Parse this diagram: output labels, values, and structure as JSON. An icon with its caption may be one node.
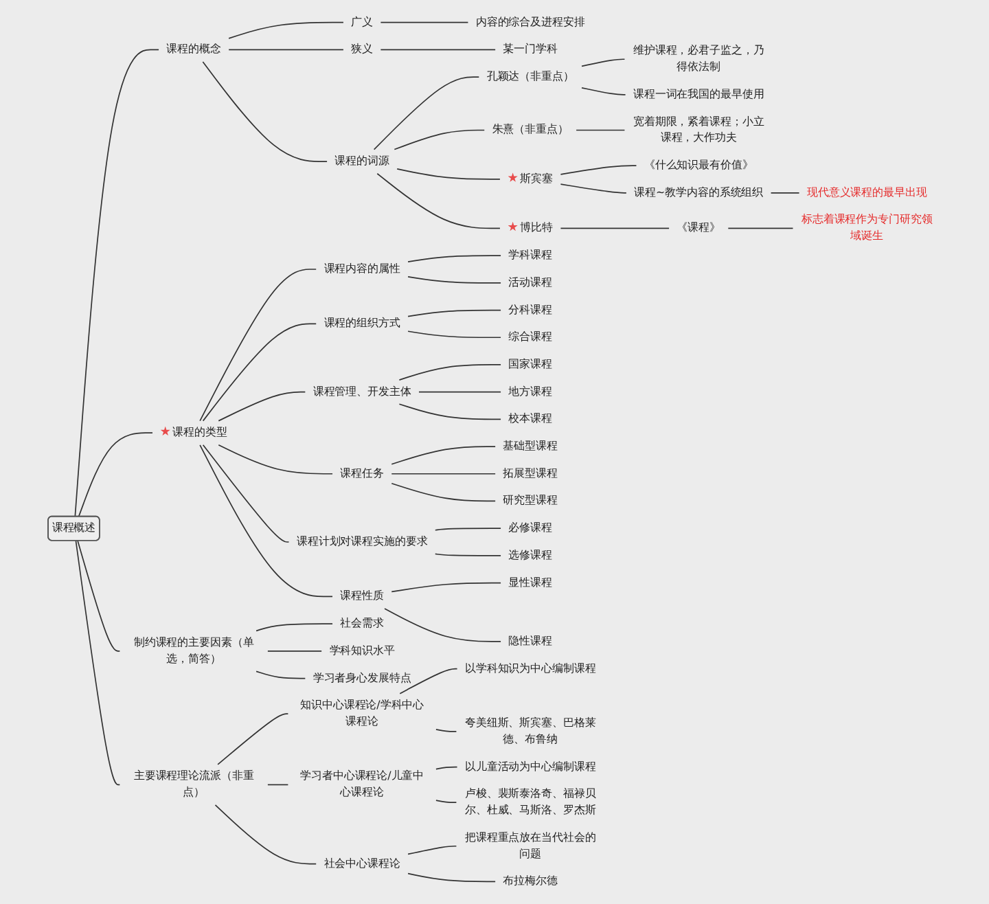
{
  "diagram": {
    "nodes": [
      {
        "text": [
          "课程概述"
        ]
      },
      {
        "text": [
          "课程的概念"
        ]
      },
      {
        "text": [
          "广义"
        ]
      },
      {
        "text": [
          "内容的综合及进程安排"
        ]
      },
      {
        "text": [
          "狭义"
        ]
      },
      {
        "text": [
          "某一门学科"
        ]
      },
      {
        "text": [
          "课程的词源"
        ]
      },
      {
        "text": [
          "孔颖达（非重点）"
        ]
      },
      {
        "text": [
          "维护课程，必君子监之，乃得依法制"
        ]
      },
      {
        "text": [
          "课程一词在我国的最早使用"
        ]
      },
      {
        "text": [
          "朱熹（非重点）"
        ]
      },
      {
        "text": [
          "宽着期限，紧着课程；小立课程，大作功夫"
        ]
      },
      {
        "text": [
          "斯宾塞"
        ]
      },
      {
        "text": [
          "《什么知识最有价值》"
        ]
      },
      {
        "text": [
          "课程~教学内容的系统组织"
        ]
      },
      {
        "text": [
          "现代意义课程的最早出现"
        ]
      },
      {
        "text": [
          "博比特"
        ]
      },
      {
        "text": [
          "《课程》"
        ]
      },
      {
        "text": [
          "标志着课程作为专门研究领域诞生"
        ]
      },
      {
        "text": [
          "课程的类型"
        ]
      },
      {
        "text": [
          "课程内容的属性"
        ]
      },
      {
        "text": [
          "学科课程"
        ]
      },
      {
        "text": [
          "活动课程"
        ]
      },
      {
        "text": [
          "课程的组织方式"
        ]
      },
      {
        "text": [
          "分科课程"
        ]
      },
      {
        "text": [
          "综合课程"
        ]
      },
      {
        "text": [
          "课程管理、开发主体"
        ]
      },
      {
        "text": [
          "国家课程"
        ]
      },
      {
        "text": [
          "地方课程"
        ]
      },
      {
        "text": [
          "校本课程"
        ]
      },
      {
        "text": [
          "课程任务"
        ]
      },
      {
        "text": [
          "基础型课程"
        ]
      },
      {
        "text": [
          "拓展型课程"
        ]
      },
      {
        "text": [
          "研究型课程"
        ]
      },
      {
        "text": [
          "课程计划对课程实施的要求"
        ]
      },
      {
        "text": [
          "必修课程"
        ]
      },
      {
        "text": [
          "选修课程"
        ]
      },
      {
        "text": [
          "课程性质"
        ]
      },
      {
        "text": [
          "显性课程"
        ]
      },
      {
        "text": [
          "隐性课程"
        ]
      },
      {
        "text": [
          "制约课程的主要因素（单选，简答）"
        ]
      },
      {
        "text": [
          "社会需求"
        ]
      },
      {
        "text": [
          "学科知识水平"
        ]
      },
      {
        "text": [
          "学习者身心发展特点"
        ]
      },
      {
        "text": [
          "主要课程理论流派（非重点）"
        ]
      },
      {
        "text": [
          "知识中心课程论/学科中心课程论"
        ]
      },
      {
        "text": [
          "以学科知识为中心编制课程"
        ]
      },
      {
        "text": [
          "夸美纽斯、斯宾塞、巴格莱德、布鲁纳"
        ]
      },
      {
        "text": [
          "学习者中心课程论/儿童中心课程论"
        ]
      },
      {
        "text": [
          "以儿童活动为中心编制课程"
        ]
      },
      {
        "text": [
          "卢梭、裴斯泰洛奇、福禄贝尔、杜威、马斯洛、罗杰斯"
        ]
      },
      {
        "text": [
          "社会中心课程论"
        ]
      },
      {
        "text": [
          "把课程重点放在当代社会的问题"
        ]
      },
      {
        "text": [
          "布拉梅尔德"
        ]
      }
    ],
    "edges": [
      {
        "from": 0,
        "to": 1,
        "arrow": "none"
      },
      {
        "from": 1,
        "to": 2,
        "arrow": "none"
      },
      {
        "from": 2,
        "to": 3,
        "arrow": "none"
      },
      {
        "from": 1,
        "to": 4,
        "arrow": "none"
      },
      {
        "from": 4,
        "to": 5,
        "arrow": "none"
      },
      {
        "from": 1,
        "to": 6,
        "arrow": "none"
      },
      {
        "from": 6,
        "to": 7,
        "arrow": "none"
      },
      {
        "from": 7,
        "to": 8,
        "arrow": "none"
      },
      {
        "from": 7,
        "to": 9,
        "arrow": "none"
      },
      {
        "from": 6,
        "to": 10,
        "arrow": "none"
      },
      {
        "from": 10,
        "to": 11,
        "arrow": "none"
      },
      {
        "from": 6,
        "to": 12,
        "arrow": "none"
      },
      {
        "from": 12,
        "to": 13,
        "arrow": "none"
      },
      {
        "from": 12,
        "to": 14,
        "arrow": "none"
      },
      {
        "from": 14,
        "to": 15,
        "arrow": "none"
      },
      {
        "from": 6,
        "to": 16,
        "arrow": "none"
      },
      {
        "from": 16,
        "to": 17,
        "arrow": "none"
      },
      {
        "from": 17,
        "to": 18,
        "arrow": "none"
      },
      {
        "from": 0,
        "to": 19,
        "arrow": "none"
      },
      {
        "from": 19,
        "to": 20,
        "arrow": "none"
      },
      {
        "from": 20,
        "to": 21,
        "arrow": "none"
      },
      {
        "from": 20,
        "to": 22,
        "arrow": "none"
      },
      {
        "from": 19,
        "to": 23,
        "arrow": "none"
      },
      {
        "from": 23,
        "to": 24,
        "arrow": "none"
      },
      {
        "from": 23,
        "to": 25,
        "arrow": "none"
      },
      {
        "from": 19,
        "to": 26,
        "arrow": "none"
      },
      {
        "from": 26,
        "to": 27,
        "arrow": "none"
      },
      {
        "from": 26,
        "to": 28,
        "arrow": "none"
      },
      {
        "from": 26,
        "to": 29,
        "arrow": "none"
      },
      {
        "from": 19,
        "to": 30,
        "arrow": "none"
      },
      {
        "from": 30,
        "to": 31,
        "arrow": "none"
      },
      {
        "from": 30,
        "to": 32,
        "arrow": "none"
      },
      {
        "from": 30,
        "to": 33,
        "arrow": "none"
      },
      {
        "from": 19,
        "to": 34,
        "arrow": "none"
      },
      {
        "from": 34,
        "to": 35,
        "arrow": "none"
      },
      {
        "from": 34,
        "to": 36,
        "arrow": "none"
      },
      {
        "from": 19,
        "to": 37,
        "arrow": "none"
      },
      {
        "from": 37,
        "to": 38,
        "arrow": "none"
      },
      {
        "from": 37,
        "to": 39,
        "arrow": "none"
      },
      {
        "from": 0,
        "to": 40,
        "arrow": "none"
      },
      {
        "from": 40,
        "to": 41,
        "arrow": "none"
      },
      {
        "from": 40,
        "to": 42,
        "arrow": "none"
      },
      {
        "from": 40,
        "to": 43,
        "arrow": "none"
      },
      {
        "from": 0,
        "to": 44,
        "arrow": "none"
      },
      {
        "from": 44,
        "to": 45,
        "arrow": "none"
      },
      {
        "from": 45,
        "to": 46,
        "arrow": "none"
      },
      {
        "from": 45,
        "to": 47,
        "arrow": "none"
      },
      {
        "from": 44,
        "to": 48,
        "arrow": "none"
      },
      {
        "from": 48,
        "to": 49,
        "arrow": "none"
      },
      {
        "from": 48,
        "to": 50,
        "arrow": "none"
      },
      {
        "from": 44,
        "to": 51,
        "arrow": "none"
      },
      {
        "from": 51,
        "to": 52,
        "arrow": "none"
      },
      {
        "from": 51,
        "to": 53,
        "arrow": "none"
      }
    ]
  }
}
